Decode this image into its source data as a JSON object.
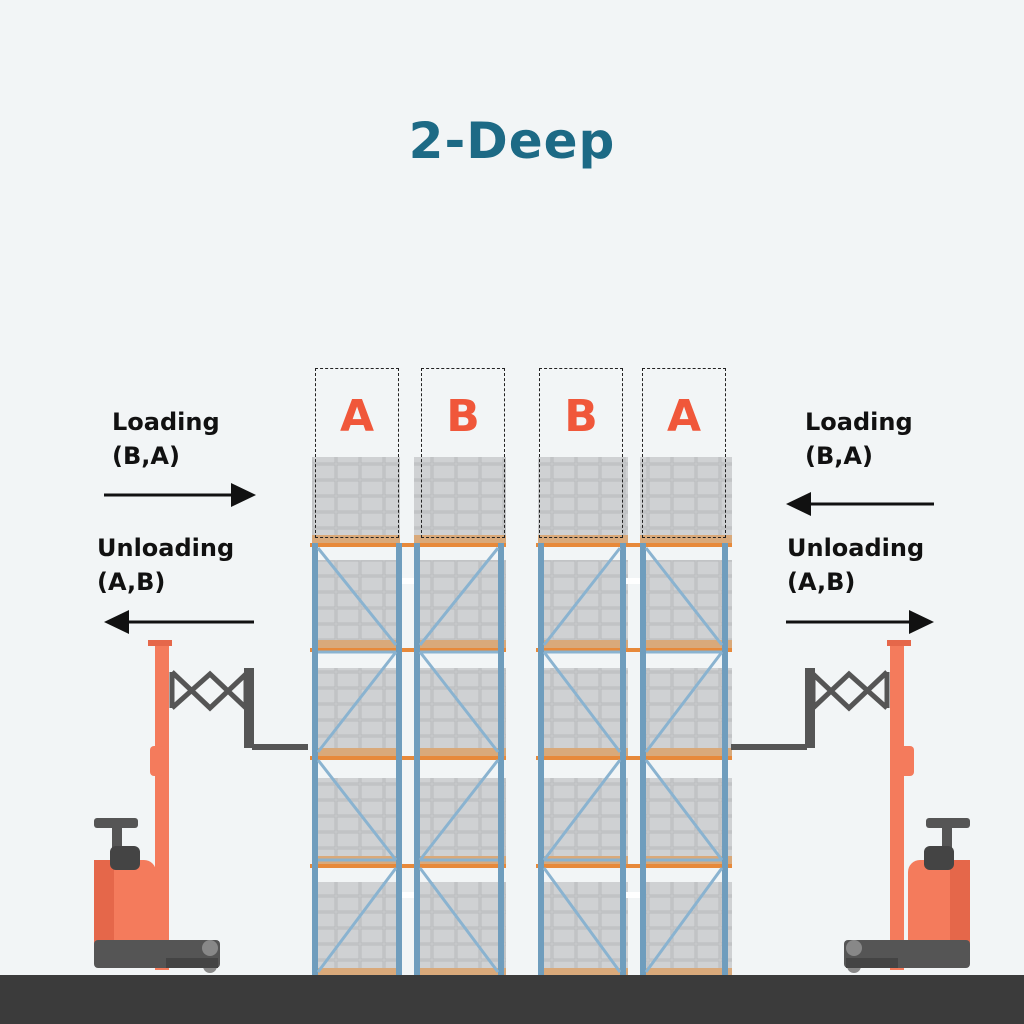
{
  "title": "2-Deep",
  "left": {
    "loading_label": "Loading",
    "loading_order": "(B,A)",
    "unloading_label": "Unloading",
    "unloading_order": "(A,B)"
  },
  "right": {
    "loading_label": "Loading",
    "loading_order": "(B,A)",
    "unloading_label": "Unloading",
    "unloading_order": "(A,B)"
  },
  "slots": [
    "A",
    "B",
    "B",
    "A"
  ],
  "colors": {
    "title": "#1d6a85",
    "slot_letter": "#f0573a",
    "rack_upright": "#6f9dbd",
    "forklift": "#f47b5c",
    "floor": "#3b3b3b"
  }
}
